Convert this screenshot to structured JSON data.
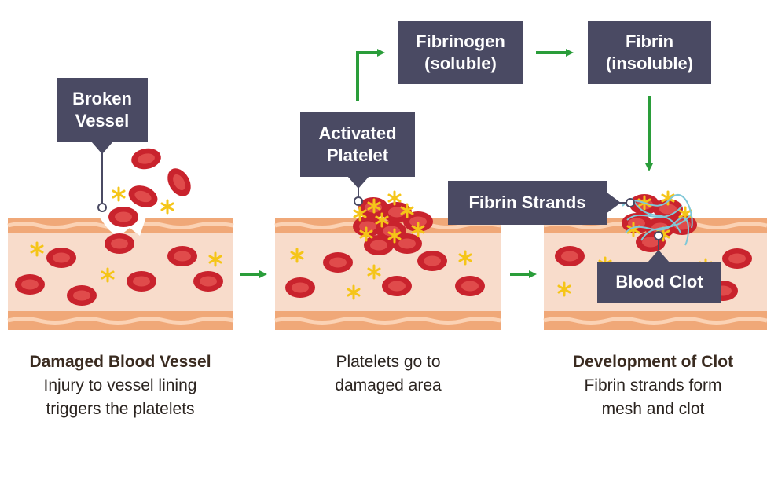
{
  "labels": {
    "broken_vessel": "Broken Vessel",
    "activated_platelet": "Activated Platelet",
    "fibrinogen": "Fibrinogen (soluble)",
    "fibrin": "Fibrin (insoluble)",
    "fibrin_strands": "Fibrin Strands",
    "blood_clot": "Blood Clot"
  },
  "captions": {
    "stage1": {
      "title": "Damaged Blood Vessel",
      "line1": "Injury to vessel lining",
      "line2": "triggers the platelets"
    },
    "stage2": {
      "title": "",
      "line1": "Platelets go to",
      "line2": "damaged area"
    },
    "stage3": {
      "title": "Development of Clot",
      "line1": "Fibrin strands form",
      "line2": "mesh and clot"
    }
  },
  "colors": {
    "label_bg": "#4a4a63",
    "arrow": "#2a9d3a",
    "vessel_wall": "#f0a878",
    "vessel_lumen": "#f8dccb",
    "red_cell": "#c9232d",
    "red_cell_center": "#e04b4b",
    "platelet": "#f5c518",
    "fibrin_strand": "#7fc8d8"
  }
}
